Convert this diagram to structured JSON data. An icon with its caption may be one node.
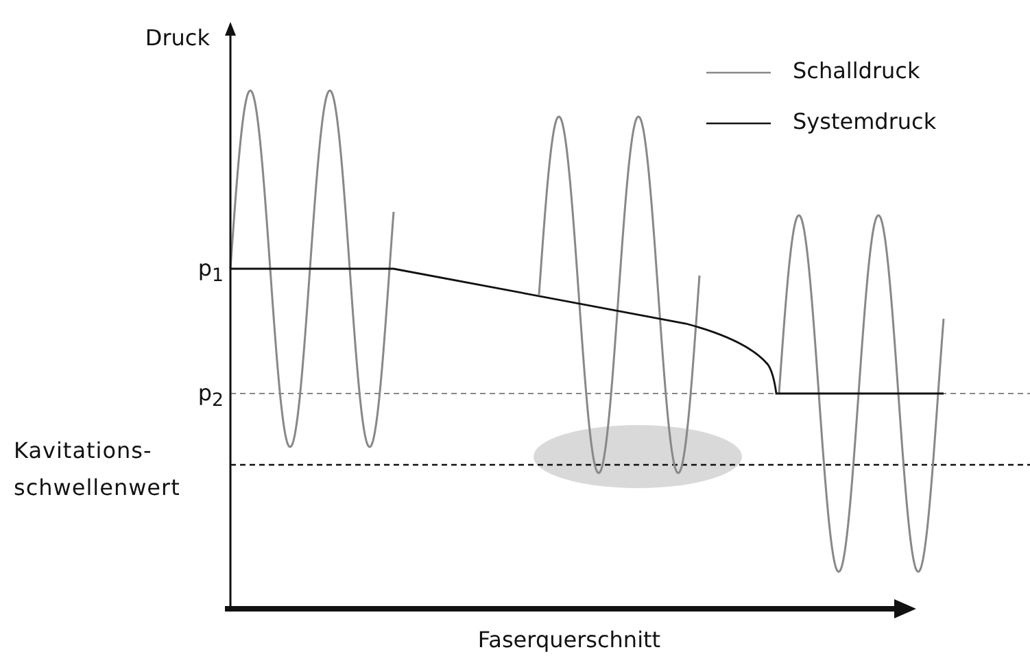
{
  "diagram": {
    "labels": [
      "Druck",
      "p$_{1}$",
      "p$_{2}$",
      "Kavitations- schwellenwert",
      "Faserquerschnitt"
    ],
    "legend": [
      {
        "text": "Schalldruck"
      },
      {
        "text": "Systemdruck"
      }
    ]
  }
}
